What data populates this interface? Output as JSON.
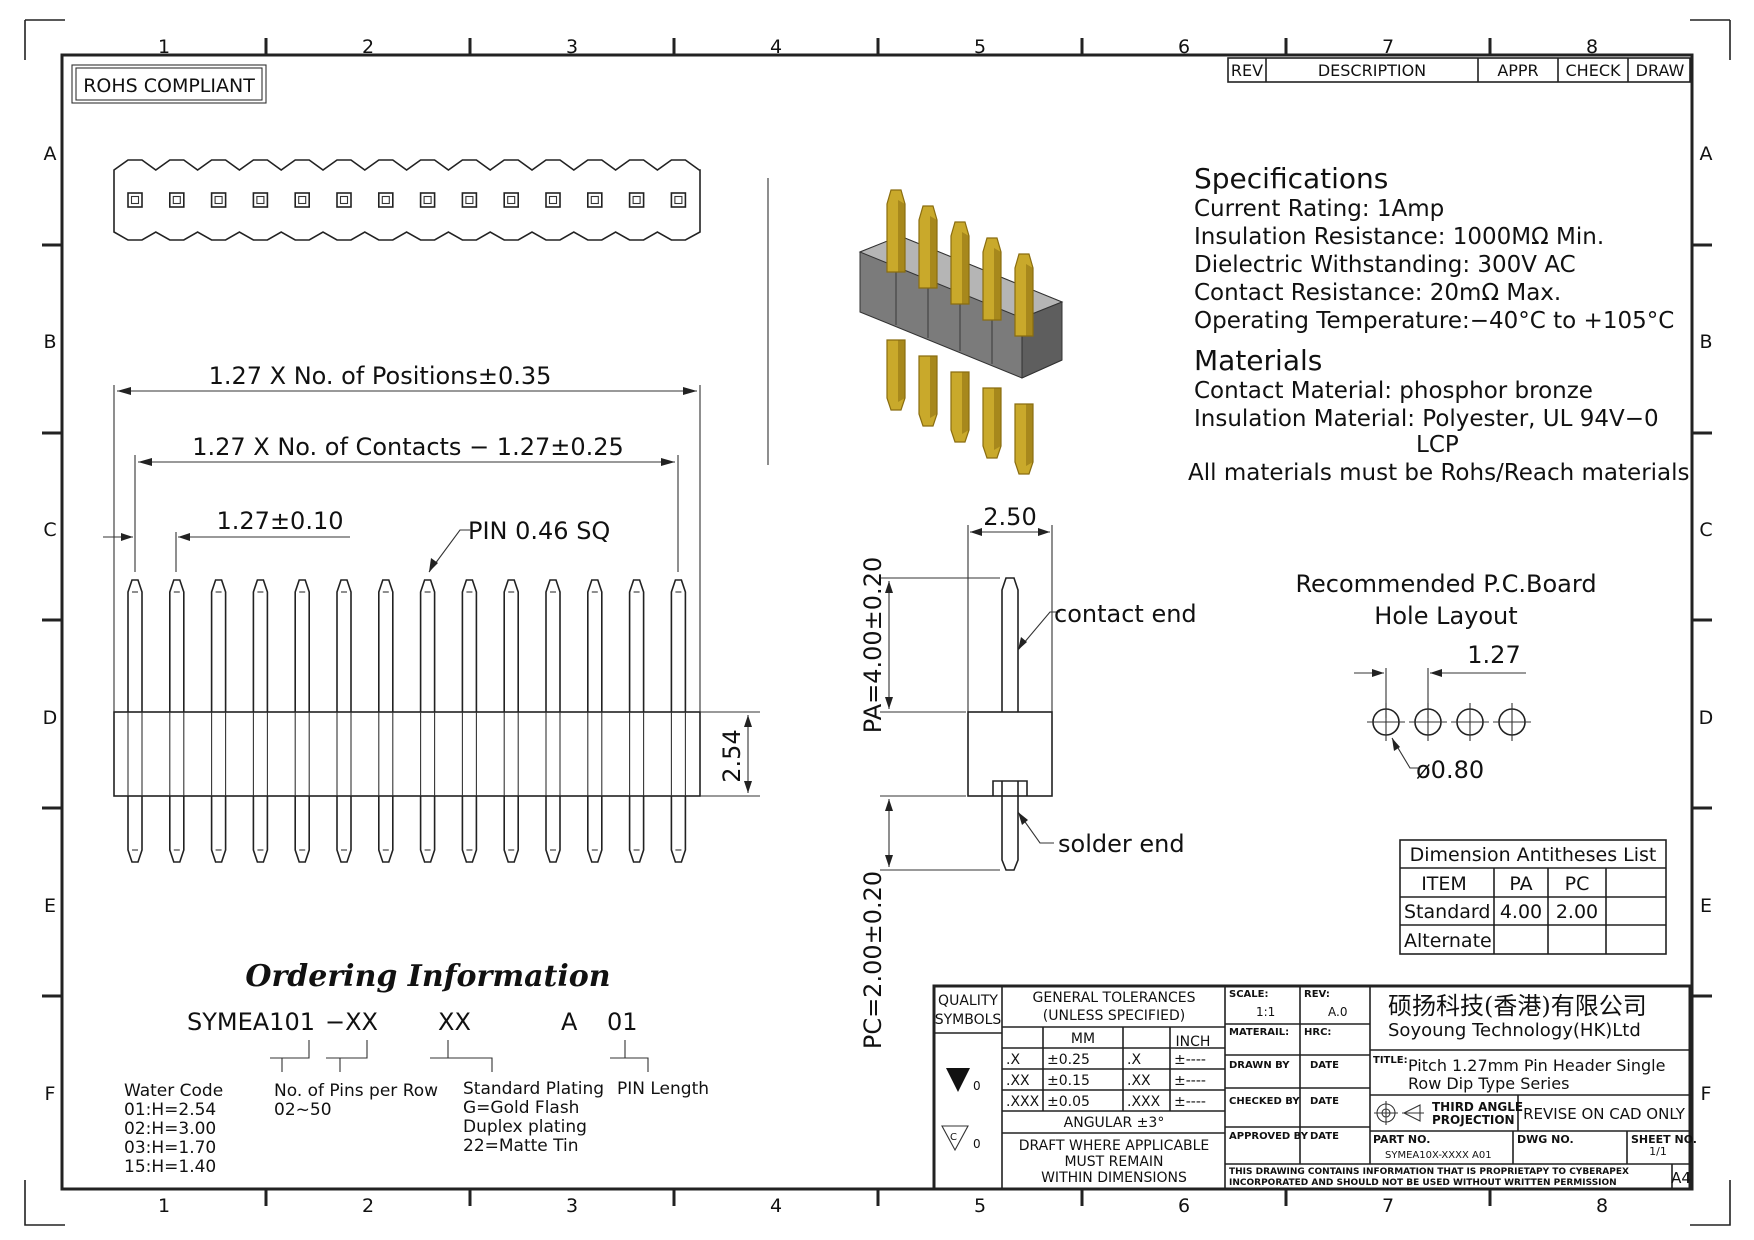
{
  "border": {
    "columns": [
      "1",
      "2",
      "3",
      "4",
      "5",
      "6",
      "7",
      "8"
    ],
    "rows": [
      "A",
      "B",
      "C",
      "D",
      "E",
      "F"
    ]
  },
  "revision_table": {
    "headers": [
      "REV",
      "DESCRIPTION",
      "APPR",
      "CHECK",
      "DRAW"
    ]
  },
  "rohs_label": "ROHS COMPLIANT",
  "dimensions": {
    "positions": "1.27 X No. of Positions±0.35",
    "contacts": "1.27 X No. of Contacts − 1.27±0.25",
    "pitch": "1.27±0.10",
    "pin": "PIN 0.46 SQ",
    "height": "2.54",
    "width": "2.50",
    "pa": "PA=4.00±0.20",
    "pc": "PC=2.00±0.20",
    "contact_end": "contact end",
    "solder_end": "solder end"
  },
  "specifications": {
    "title": "Specifications",
    "lines": [
      "Current Rating:   1Amp",
      "Insulation Resistance:   1000MΩ Min.",
      "Dielectric Withstanding:   300V AC",
      "Contact Resistance:   20mΩ Max.",
      "Operating Temperature:−40°C to +105°C"
    ]
  },
  "materials": {
    "title": "Materials",
    "lines": [
      "Contact Material: phosphor bronze",
      "Insulation Material: Polyester, UL 94V−0",
      "LCP",
      "All materials must be Rohs/Reach materials"
    ]
  },
  "pcb_layout": {
    "title_line1": "Recommended P.C.Board",
    "title_line2": "Hole Layout",
    "pitch": "1.27",
    "hole": "ø0.80"
  },
  "antitheses": {
    "title": "Dimension Antitheses List",
    "headers": [
      "ITEM",
      "PA",
      "PC"
    ],
    "rows": [
      [
        "Standard",
        "4.00",
        "2.00"
      ],
      [
        "Alternate",
        "",
        ""
      ]
    ]
  },
  "ordering": {
    "title": "Ordering Information",
    "code_parts": [
      "SYMEA101",
      "−XX",
      "XX",
      "A",
      "01"
    ],
    "water_code": {
      "title": "Water Code",
      "lines": [
        "01:H=2.54",
        "02:H=3.00",
        "03:H=1.70",
        "15:H=1.40"
      ]
    },
    "pins_per_row": {
      "title": "No. of Pins per Row",
      "lines": [
        "02~50"
      ]
    },
    "plating": {
      "title": "Standard Plating",
      "lines": [
        "G=Gold Flash",
        "Duplex plating",
        "22=Matte Tin"
      ]
    },
    "pin_length": {
      "title": "PIN Length"
    }
  },
  "title_block": {
    "quality_symbols": [
      "QUALITY",
      "SYMBOLS"
    ],
    "gen_tol": [
      "GENERAL TOLERANCES",
      "(UNLESS SPECIFIED)"
    ],
    "mm": "MM",
    "inch": "INCH",
    "tol_rows": [
      [
        ".X",
        "±0.25",
        ".X",
        "±----"
      ],
      [
        ".XX",
        "±0.15",
        ".XX",
        "±----"
      ],
      [
        ".XXX",
        "±0.05",
        ".XXX",
        "±----"
      ]
    ],
    "angular": "ANGULAR ±3°",
    "draft_note": [
      "DRAFT WHERE APPLICABLE",
      "MUST REMAIN",
      "WITHIN DIMENSIONS"
    ],
    "sym_suffix": "0",
    "scale_label": "SCALE:",
    "scale": "1:1",
    "rev_label": "REV:",
    "rev": "A.0",
    "material_label": "MATERAIL:",
    "hrc_label": "HRC:",
    "drawn_by": "DRAWN BY",
    "checked_by": "CHECKED BY",
    "approved_by": "APPROVED BY",
    "date": "DATE",
    "company_cn": "硕扬科技(香港)有限公司",
    "company_en": "Soyoung Technology(HK)Ltd",
    "title_label": "TITLE:",
    "title_line1": "Pitch 1.27mm Pin Header Single",
    "title_line2": "Row Dip Type Series",
    "projection": [
      "THIRD ANGLE",
      "PROJECTION"
    ],
    "revise_note": "REVISE ON CAD ONLY",
    "part_no_label": "PART NO.",
    "part_no": "SYMEA10X-XXXX A01",
    "dwg_no_label": "DWG NO.",
    "sheet_label": "SHEET NO.",
    "sheet": "1/1",
    "proprietary": [
      "THIS DRAWING CONTAINS INFORMATION THAT IS PROPRIETAPY TO CYBERAPEX",
      "INCORPORATED AND SHOULD NOT BE USED WITHOUT WRITTEN PERMISSION"
    ],
    "size": "A4"
  },
  "colors": {
    "pin_gold": "#c9a92b",
    "pin_gold_dark": "#8a6d10",
    "housing": "#7b7b7b",
    "housing_top": "#b5b5b5",
    "housing_side": "#5e5e5e"
  }
}
